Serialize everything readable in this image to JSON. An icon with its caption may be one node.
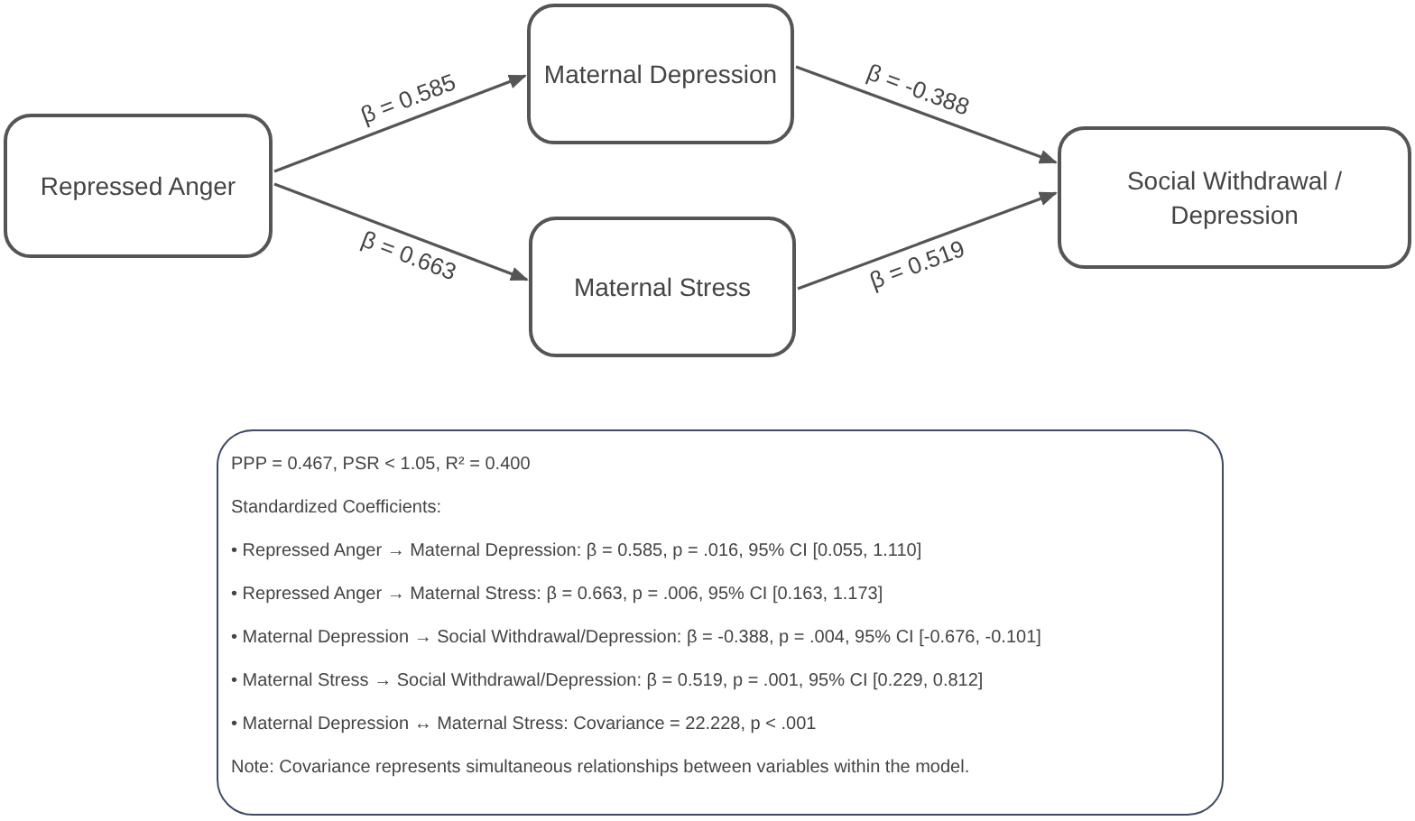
{
  "diagram": {
    "nodes": [
      {
        "text": [
          "Repressed Anger"
        ]
      },
      {
        "text": [
          "Maternal Depression"
        ]
      },
      {
        "text": [
          "Maternal Stress"
        ]
      },
      {
        "text": [
          "Social Withdrawal / Depression"
        ]
      },
      {
        "text": [
          "PPP = 0.467, PSR < 1.05, R² = 0.400",
          "Standardized Coefficients:",
          "• Repressed Anger → Maternal Depression: β = 0.585, p = .016, 95% CI [0.055, 1.110]",
          "• Repressed Anger → Maternal Stress: β = 0.663, p = .006, 95% CI [0.163, 1.173]",
          "• Maternal Depression → Social Withdrawal/Depression: β = -0.388, p = .004, 95% CI [-0.676, -0.101]",
          "• Maternal Stress → Social Withdrawal/Depression: β = 0.519, p = .001, 95% CI [0.229, 0.812]",
          "• Maternal Depression ↔ Maternal Stress: Covariance = 22.228, p < .001",
          "Note: Covariance represents simultaneous relationships between variables within the model."
        ]
      }
    ],
    "edges": [
      {
        "from": 0,
        "to": 1,
        "arrow": "to",
        "label": "β = 0.585"
      },
      {
        "from": 0,
        "to": 2,
        "arrow": "to",
        "label": "β = 0.663"
      },
      {
        "from": 1,
        "to": 3,
        "arrow": "to",
        "label": "β = -0.388"
      },
      {
        "from": 2,
        "to": 3,
        "arrow": "to",
        "label": "β = 0.519"
      }
    ]
  }
}
